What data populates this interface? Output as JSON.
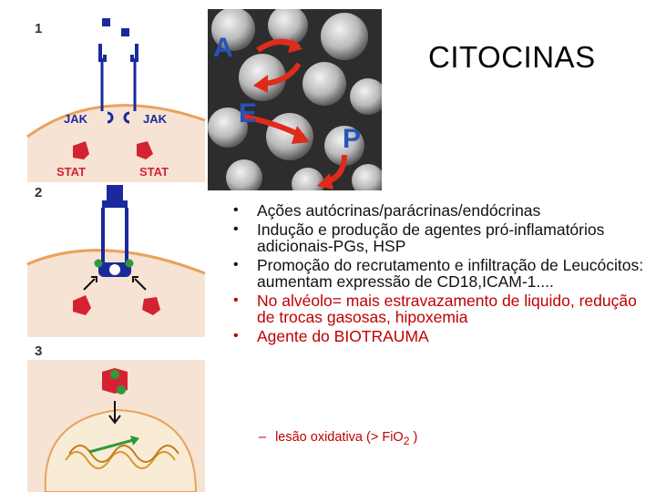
{
  "title": "CITOCINAS",
  "diagram": {
    "step_labels": [
      "1",
      "2",
      "3"
    ],
    "jak_label": "JAK",
    "stat_label": "STAT"
  },
  "photo": {
    "letters": [
      "A",
      "E",
      "P"
    ]
  },
  "bullets": [
    {
      "text": "Ações autócrinas/parácrinas/endócrinas",
      "color": "#111111"
    },
    {
      "text": "Indução e produção de agentes pró-inflamatórios adicionais-PGs, HSP",
      "color": "#111111"
    },
    {
      "text": "Promoção do recrutamento e infiltração de Leucócitos: aumentam expressão de CD18,ICAM-1....",
      "color": "#111111"
    },
    {
      "text": "No alvéolo= mais estravazamento de liquido, redução de trocas gasosas, hipoxemia",
      "color": "#c00000"
    },
    {
      "text": "Agente do BIOTRAUMA",
      "color": "#c00000"
    }
  ],
  "sub_bullet": {
    "dash": "–",
    "text": "lesão oxidativa (> FiO",
    "subscript": "2",
    "suffix": " )"
  },
  "colors": {
    "receptor_blue": "#1a2a9c",
    "stat_red": "#d42233",
    "cytoplasm": "#f7e6d8",
    "nucleus": "#f9ecd6",
    "membrane": "#e9a25c",
    "arrow_red": "#e02a1a",
    "text_red": "#c00000"
  }
}
